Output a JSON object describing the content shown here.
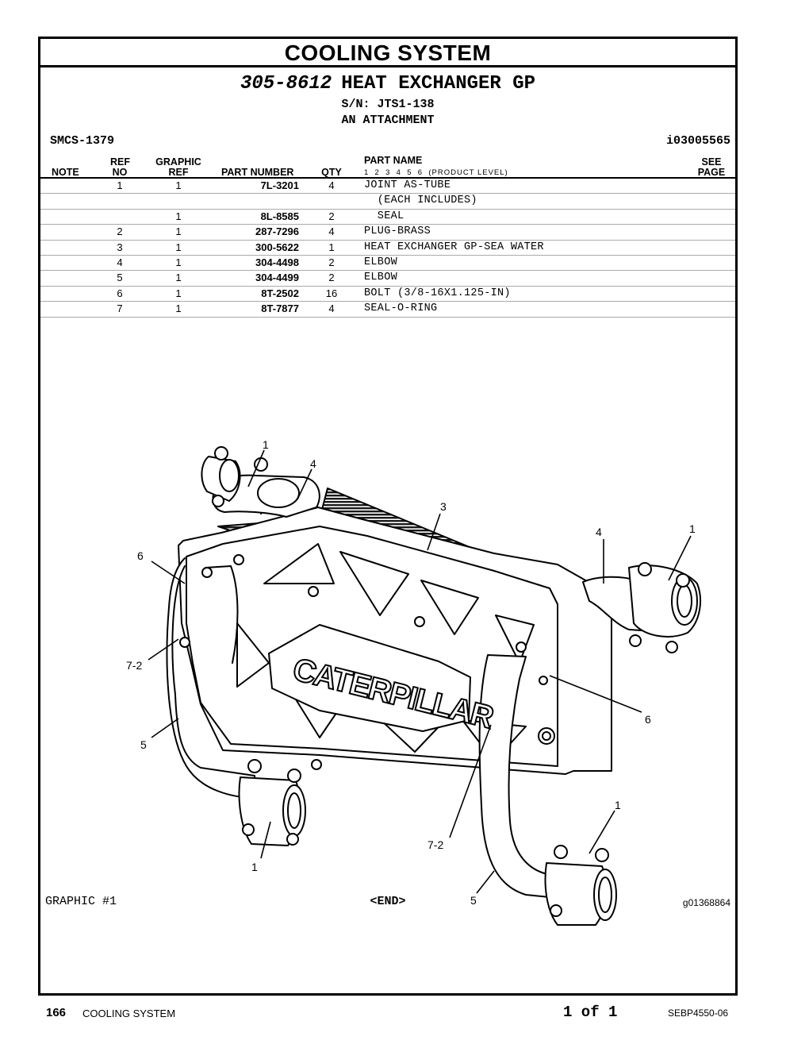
{
  "section_title": "COOLING SYSTEM",
  "group": {
    "part_number": "305-8612",
    "name": "HEAT EXCHANGER GP",
    "serial": "S/N: JTS1-138",
    "attachment": "AN ATTACHMENT",
    "smcs": "SMCS-1379",
    "info_ref": "i03005565"
  },
  "table_headers": {
    "note": "NOTE",
    "ref_no_top": "REF",
    "ref_no_bottom": "NO",
    "graphic_ref_top": "GRAPHIC",
    "graphic_ref_bottom": "REF",
    "part_number": "PART NUMBER",
    "qty": "QTY",
    "part_name": "PART NAME",
    "levels": "1  2  3  4  5  6  (PRODUCT LEVEL)",
    "see_top": "SEE",
    "see_bottom": "PAGE"
  },
  "parts": [
    {
      "ref": "1",
      "graphic_ref": "1",
      "part_number": "7L-3201",
      "qty": "4",
      "name": "JOINT AS-TUBE"
    },
    {
      "ref": "",
      "graphic_ref": "",
      "part_number": "",
      "qty": "",
      "name": "  (EACH INCLUDES)"
    },
    {
      "ref": "",
      "graphic_ref": "1",
      "part_number": "8L-8585",
      "qty": "2",
      "name": "  SEAL"
    },
    {
      "ref": "2",
      "graphic_ref": "1",
      "part_number": "287-7296",
      "qty": "4",
      "name": "PLUG-BRASS"
    },
    {
      "ref": "3",
      "graphic_ref": "1",
      "part_number": "300-5622",
      "qty": "1",
      "name": "HEAT EXCHANGER GP-SEA WATER"
    },
    {
      "ref": "4",
      "graphic_ref": "1",
      "part_number": "304-4498",
      "qty": "2",
      "name": "ELBOW"
    },
    {
      "ref": "5",
      "graphic_ref": "1",
      "part_number": "304-4499",
      "qty": "2",
      "name": "ELBOW"
    },
    {
      "ref": "6",
      "graphic_ref": "1",
      "part_number": "8T-2502",
      "qty": "16",
      "name": "BOLT (3/8-16X1.125-IN)"
    },
    {
      "ref": "7",
      "graphic_ref": "1",
      "part_number": "8T-7877",
      "qty": "4",
      "name": "SEAL-O-RING"
    }
  ],
  "illustration": {
    "brand_text": "CATERPILLAR",
    "callouts": [
      "1",
      "4",
      "3",
      "4",
      "1",
      "6",
      "7-2",
      "5",
      "6",
      "1",
      "7-2",
      "1",
      "5"
    ]
  },
  "graphic_label": "GRAPHIC #1",
  "end_label": "<END>",
  "graphic_id": "g01368864",
  "footer": {
    "page": "166",
    "section": "COOLING SYSTEM",
    "page_of": "1 of 1",
    "doc_id": "SEBP4550-06"
  }
}
